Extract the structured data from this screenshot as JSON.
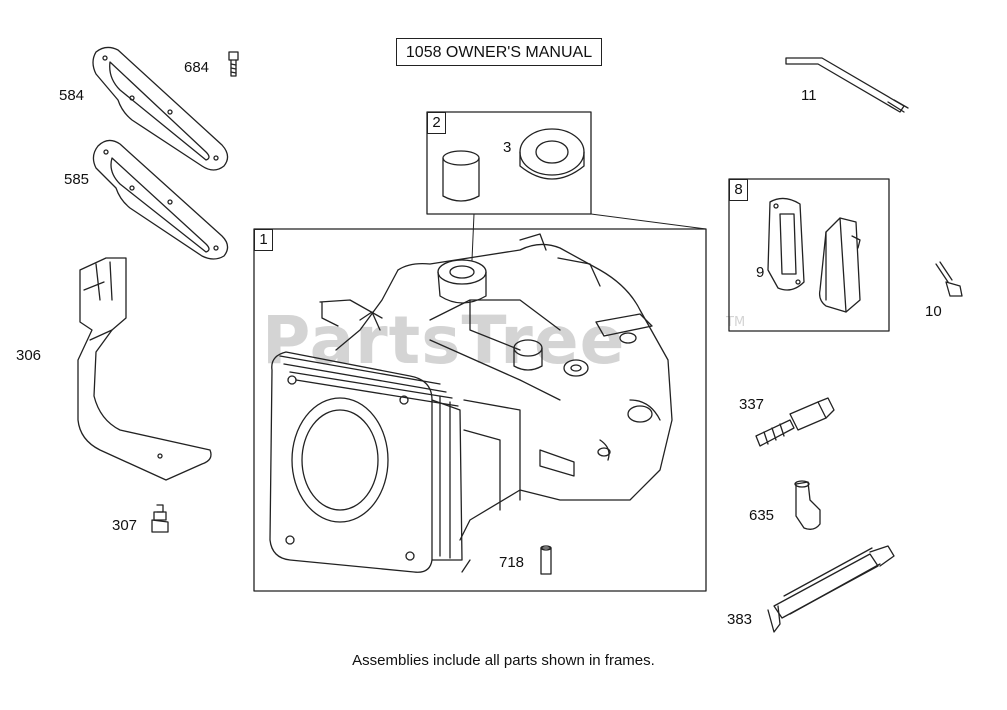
{
  "header": {
    "manual_label": "1058 OWNER'S MANUAL"
  },
  "watermark": {
    "text": "PartsTree",
    "trademark": "TM"
  },
  "frames": {
    "frame_1": "1",
    "frame_2": "2",
    "frame_8": "8"
  },
  "callouts": {
    "p3": "3",
    "p9": "9",
    "p10": "10",
    "p11": "11",
    "p306": "306",
    "p307": "307",
    "p337": "337",
    "p383": "383",
    "p584": "584",
    "p585": "585",
    "p635": "635",
    "p684": "684",
    "p718": "718"
  },
  "footer": {
    "caption": "Assemblies include all parts shown in frames."
  }
}
